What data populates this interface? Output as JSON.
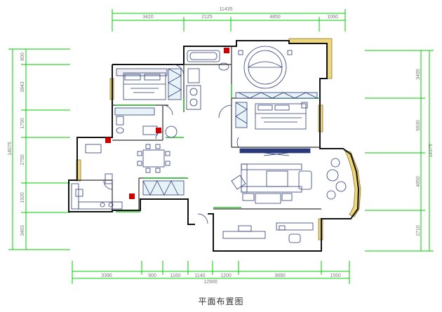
{
  "caption": "平面布置图",
  "dimensions": {
    "top_total": "11435",
    "top_segments": [
      "3420",
      "2125",
      "4850",
      "1060"
    ],
    "bottom_total": "12900",
    "bottom_segments": [
      "3390",
      "900",
      "1160",
      "1140",
      "1200",
      "3890",
      "1550"
    ],
    "left_total": "14075",
    "left_segments": [
      "800",
      "3843",
      "1750",
      "2750",
      "1920",
      "3463"
    ],
    "right_total": "14375",
    "right_segments": [
      "3495",
      "5830",
      "4850",
      "2710"
    ]
  },
  "colors": {
    "dimension": "#00cc00",
    "wall": "#111111",
    "window": "#e8d070",
    "opening": "#00bb00",
    "accent": "#cc0000",
    "room_outline": "#2a3a7a"
  }
}
